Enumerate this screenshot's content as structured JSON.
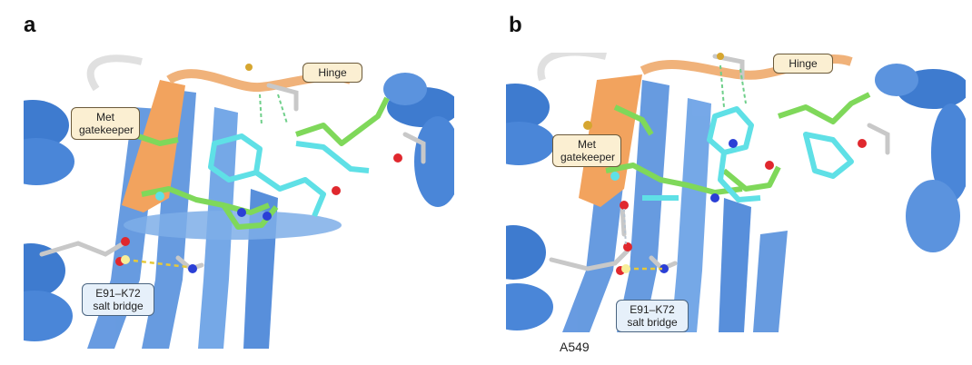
{
  "panels": [
    {
      "letter": "a",
      "labels": {
        "hinge": "Hinge",
        "met_line1": "Met",
        "met_line2": "gatekeeper",
        "salt_line1": "E91–K72",
        "salt_line2": "salt bridge"
      }
    },
    {
      "letter": "b",
      "labels": {
        "hinge": "Hinge",
        "met_line1": "Met",
        "met_line2": "gatekeeper",
        "salt_line1": "E91–K72",
        "salt_line2": "salt bridge"
      }
    }
  ],
  "caption": "A549",
  "colors": {
    "helix": "#4a86d8",
    "sheet": "#5b93de",
    "hinge_loop": "#f0b27a",
    "gatekeeper_strand": "#f2a35e",
    "ligand_green": "#7fd85a",
    "ligand_cyan": "#5fe0e6",
    "nitrogen": "#2a3fd6",
    "oxygen": "#e0282e",
    "sulfur": "#d6a630",
    "residue": "#c8c8c8"
  }
}
